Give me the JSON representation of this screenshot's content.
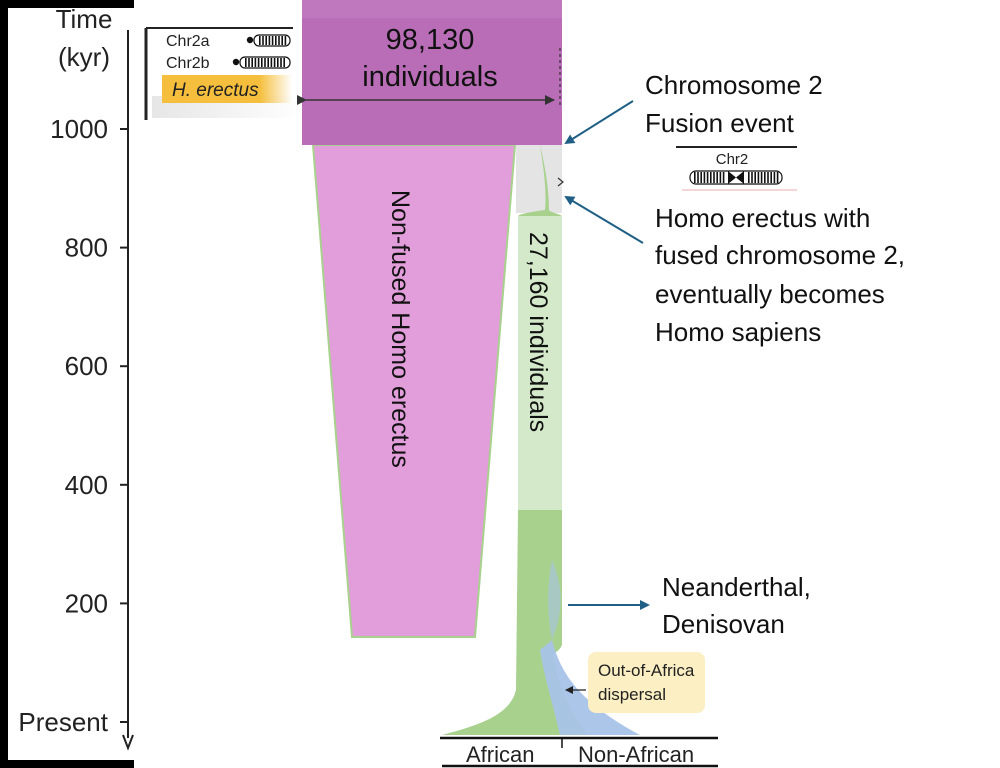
{
  "axis": {
    "title_line1": "Time",
    "title_line2": "(kyr)",
    "ticks": [
      {
        "label": "1000",
        "value": 1000
      },
      {
        "label": "800",
        "value": 800
      },
      {
        "label": "600",
        "value": 600
      },
      {
        "label": "400",
        "value": 400
      },
      {
        "label": "200",
        "value": 200
      },
      {
        "label": "Present",
        "value": 0
      }
    ]
  },
  "legend": {
    "chr2a": "Chr2a",
    "chr2b": "Chr2b",
    "species": "H. erectus"
  },
  "population": {
    "top_count": "98,130",
    "top_unit": "individuals",
    "nonfused_label": "Non-fused Homo erectus",
    "fused_label": "27,160 individuals"
  },
  "callouts": {
    "fusion_line1": "Chromosome 2",
    "fusion_line2": "Fusion event",
    "chr2_label": "Chr2",
    "erectus_line1": "Homo erectus with",
    "erectus_line2": "fused chromosome 2,",
    "erectus_line3": "eventually becomes",
    "erectus_line4": "Homo sapiens",
    "archaic_line1": "Neanderthal,",
    "archaic_line2": "Denisovan",
    "ooa_line1": "Out-of-Africa",
    "ooa_line2": "dispersal"
  },
  "bottom_labels": {
    "african": "African",
    "non_african": "Non-African"
  },
  "colors": {
    "magenta": "#b86db6",
    "pink": "#e29ddb",
    "green": "#a8d18d",
    "light_green": "#d3e9c9",
    "blue": "#a8c3e8",
    "arrow": "#1f5f86",
    "legend_bar": "#f5bf3d",
    "callout_box": "#fbefc3"
  }
}
